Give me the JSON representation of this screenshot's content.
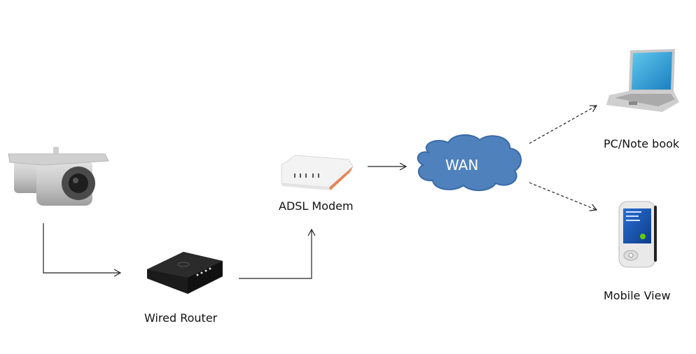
{
  "diagram": {
    "title": "IP camera remote viewing network topology",
    "nodes": [
      {
        "id": "camera",
        "label": "",
        "icon": "ip-camera-icon"
      },
      {
        "id": "router",
        "label": "Wired  Router",
        "icon": "router-icon"
      },
      {
        "id": "modem",
        "label": "ADSL Modem",
        "icon": "modem-icon"
      },
      {
        "id": "wan",
        "label": "WAN",
        "icon": "cloud-icon",
        "color": "#4f81bd"
      },
      {
        "id": "laptop",
        "label": "PC/Note book",
        "icon": "laptop-icon"
      },
      {
        "id": "mobile",
        "label": "Mobile View",
        "icon": "smartphone-icon"
      }
    ],
    "edges": [
      {
        "from": "camera",
        "to": "router",
        "style": "solid"
      },
      {
        "from": "router",
        "to": "modem",
        "style": "solid"
      },
      {
        "from": "modem",
        "to": "wan",
        "style": "solid"
      },
      {
        "from": "wan",
        "to": "laptop",
        "style": "dashed"
      },
      {
        "from": "wan",
        "to": "mobile",
        "style": "dashed"
      }
    ]
  }
}
